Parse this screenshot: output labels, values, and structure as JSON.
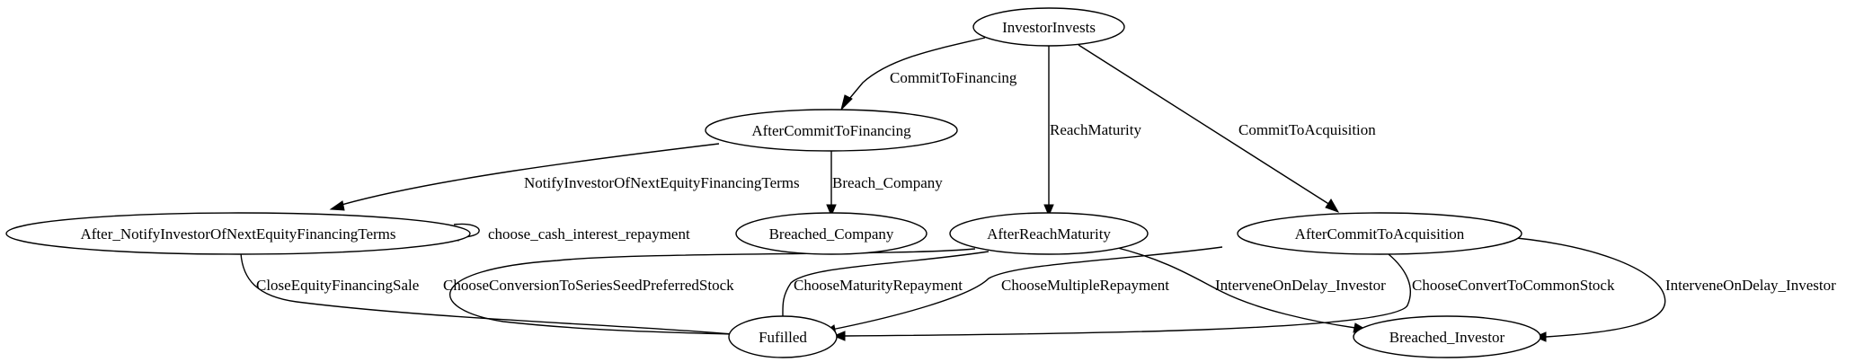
{
  "nodes": {
    "investor_invests": "InvestorInvests",
    "after_commit_to_financing": "AfterCommitToFinancing",
    "after_notify": "After_NotifyInvestorOfNextEquityFinancingTerms",
    "breached_company": "Breached_Company",
    "after_reach_maturity": "AfterReachMaturity",
    "after_commit_to_acquisition": "AfterCommitToAcquisition",
    "fulfilled": "Fufilled",
    "breached_investor": "Breached_Investor"
  },
  "edges": {
    "commit_to_financing": "CommitToFinancing",
    "reach_maturity": "ReachMaturity",
    "commit_to_acquisition": "CommitToAcquisition",
    "notify_investor": "NotifyInvestorOfNextEquityFinancingTerms",
    "breach_company": "Breach_Company",
    "choose_cash_interest": "choose_cash_interest_repayment",
    "close_equity_financing_sale": "CloseEquityFinancingSale",
    "choose_conversion_series_seed": "ChooseConversionToSeriesSeedPreferredStock",
    "choose_maturity_repayment": "ChooseMaturityRepayment",
    "choose_multiple_repayment": "ChooseMultipleRepayment",
    "intervene_delay_investor_1": "InterveneOnDelay_Investor",
    "choose_convert_common": "ChooseConvertToCommonStock",
    "intervene_delay_investor_2": "InterveneOnDelay_Investor"
  }
}
